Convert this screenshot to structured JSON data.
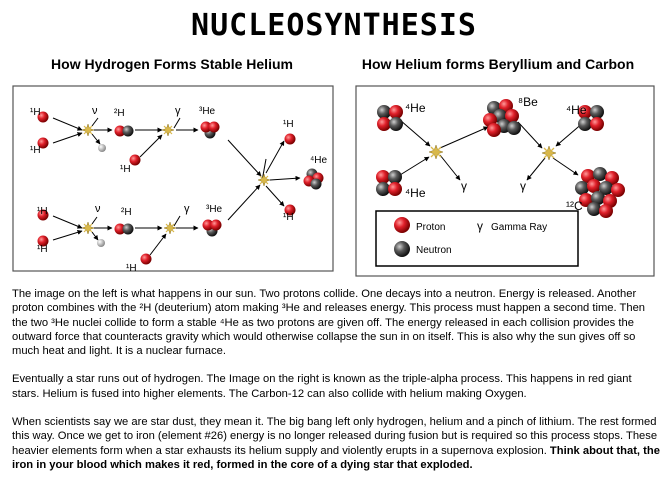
{
  "title": "NUCLEOSYNTHESIS",
  "left_panel": {
    "heading": "How Hydrogen Forms Stable Helium",
    "labels": {
      "h1_a": "¹H",
      "h1_b": "¹H",
      "nu_top": "ν",
      "h2_top": "²H",
      "gamma_top": "γ",
      "h1_c": "¹H",
      "he3_top": "³He",
      "h1_out_top": "¹H",
      "he4": "⁴He",
      "h1_out_bot": "¹H",
      "h1_d": "¹H",
      "h1_e": "¹H",
      "nu_bot": "ν",
      "h2_bot": "²H",
      "gamma_bot": "γ",
      "h1_f": "¹H",
      "he3_bot": "³He"
    }
  },
  "right_panel": {
    "heading": "How Helium forms Beryllium and Carbon",
    "labels": {
      "he4_a": "⁴He",
      "be8": "⁸Be",
      "he4_c": "⁴He",
      "he4_b": "⁴He",
      "gamma_1": "γ",
      "gamma_2": "γ",
      "c12": "¹²C"
    },
    "legend": {
      "proton": "Proton",
      "gamma_symbol": "γ",
      "gamma_ray": "Gamma Ray",
      "neutron": "Neutron"
    }
  },
  "paragraphs": {
    "p1": "The image on the left is what happens in our sun. Two protons collide. One decays into a neutron. Energy is released. Another proton combines with the ²H (deuterium) atom making ³He and releases energy. This process must happen a second time. Then the two ³He nuclei collide to form a stable ⁴He as two protons are given off.  The energy released in each collision provides the outward force that counteracts gravity which would otherwise collapse the sun in on itself. This is also why the sun gives off so much heat and light. It is a nuclear furnace.",
    "p2": "Eventually a star runs out of hydrogen. The Image on the right is known as the triple-alpha process. This happens in red giant stars. Helium is fused into higher elements.  The Carbon-12 can also collide with helium making Oxygen.",
    "p3_normal": "When scientists say we are star dust, they mean it. The big bang left only hydrogen, helium and a pinch of lithium.  The rest formed this way. Once we get to iron (element #26) energy is no longer released during fusion but is required so this process stops. These heavier elements form when a star exhausts its helium supply and violently erupts in a supernova explosion. ",
    "p3_bold": "Think about that, the iron in your blood which makes it red, formed in the core of a dying star that exploded."
  },
  "colors": {
    "proton": "#e0202a",
    "neutron": "#555555",
    "positron": "#cccccc",
    "star": "#d9b84a",
    "frame": "#555555"
  }
}
